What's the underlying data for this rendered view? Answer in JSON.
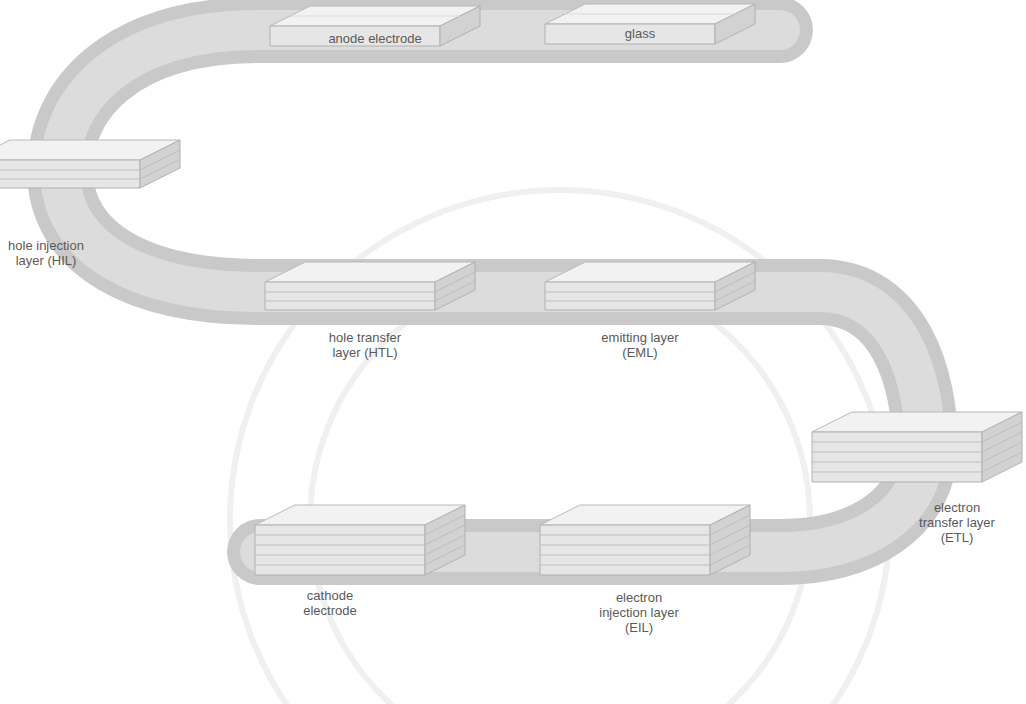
{
  "diagram": {
    "labels": [
      "anode electrode",
      "glass",
      "hole injection layer (HIL)",
      "hole transfer layer (HTL)",
      "emitting layer (EML)",
      "electron transfer layer (ETL)",
      "cathode electrode",
      "electron injection layer (EIL)"
    ]
  }
}
